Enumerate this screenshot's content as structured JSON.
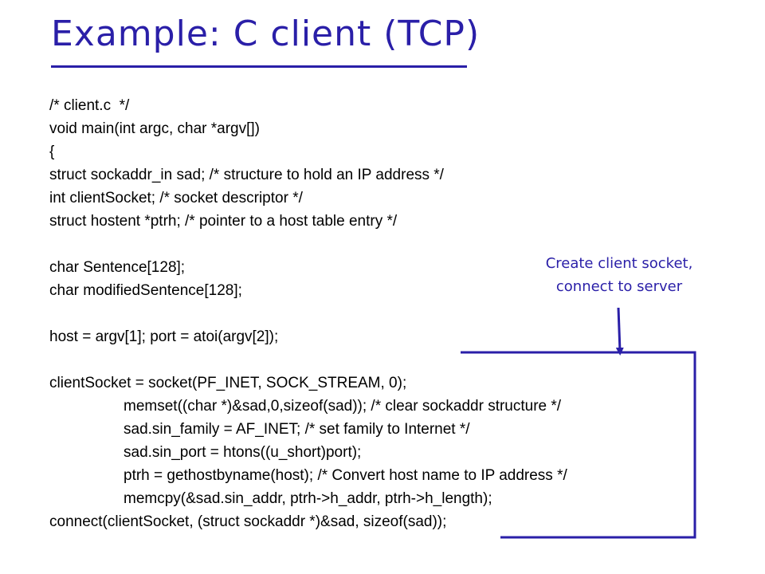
{
  "slide": {
    "title": "Example: C client (TCP)",
    "accent_color": "#2a1fa8",
    "code_lines": [
      {
        "text": "/* client.c  */",
        "indent": false
      },
      {
        "text": "void main(int argc, char *argv[])",
        "indent": false
      },
      {
        "text": "{",
        "indent": false
      },
      {
        "text": "struct sockaddr_in sad; /* structure to hold an IP address */",
        "indent": false
      },
      {
        "text": "int clientSocket; /* socket descriptor */",
        "indent": false
      },
      {
        "text": "struct hostent *ptrh; /* pointer to a host table entry */",
        "indent": false
      },
      {
        "text": "",
        "indent": false
      },
      {
        "text": "char Sentence[128];",
        "indent": false
      },
      {
        "text": "char modifiedSentence[128];",
        "indent": false
      },
      {
        "text": "",
        "indent": false
      },
      {
        "text": "host = argv[1]; port = atoi(argv[2]);",
        "indent": false
      },
      {
        "text": "",
        "indent": false
      },
      {
        "text": "clientSocket = socket(PF_INET, SOCK_STREAM, 0);",
        "indent": false
      },
      {
        "text": "memset((char *)&sad,0,sizeof(sad)); /* clear sockaddr structure */",
        "indent": true
      },
      {
        "text": "sad.sin_family = AF_INET; /* set family to Internet */",
        "indent": true
      },
      {
        "text": "sad.sin_port = htons((u_short)port);",
        "indent": true
      },
      {
        "text": "ptrh = gethostbyname(host); /* Convert host name to IP address */",
        "indent": true
      },
      {
        "text": "memcpy(&sad.sin_addr, ptrh->h_addr, ptrh->h_length);",
        "indent": true
      },
      {
        "text": "connect(clientSocket, (struct sockaddr *)&sad, sizeof(sad));",
        "indent": false
      }
    ],
    "annotation": {
      "lines": [
        "Create client socket,",
        "connect to server"
      ]
    }
  }
}
